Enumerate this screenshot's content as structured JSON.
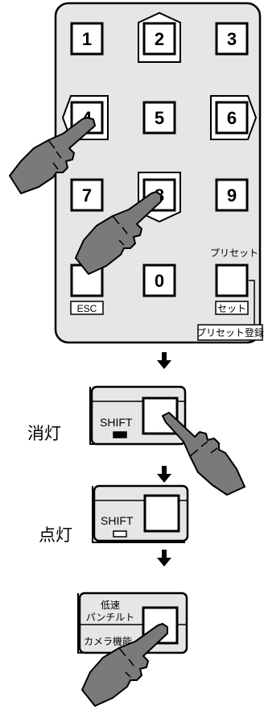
{
  "keypad": {
    "keys": [
      {
        "label": "1",
        "style": "normal"
      },
      {
        "label": "2",
        "style": "arrow-up"
      },
      {
        "label": "3",
        "style": "normal"
      },
      {
        "label": "4",
        "style": "arrow-left"
      },
      {
        "label": "5",
        "style": "normal"
      },
      {
        "label": "6",
        "style": "arrow-right"
      },
      {
        "label": "7",
        "style": "normal"
      },
      {
        "label": "8",
        "style": "arrow-down"
      },
      {
        "label": "9",
        "style": "normal"
      },
      {
        "label": "",
        "style": "normal"
      },
      {
        "label": "0",
        "style": "normal"
      },
      {
        "label": "",
        "style": "normal"
      }
    ],
    "esc_label": "ESC",
    "preset_label": "プリセット",
    "set_label": "セット",
    "preset_register_callout": "プリセット登録"
  },
  "steps": [
    {
      "state_label": "消灯",
      "shift_label": "SHIFT",
      "led": "off"
    },
    {
      "state_label": "点灯",
      "shift_label": "SHIFT",
      "led": "on"
    }
  ],
  "final_panel": {
    "top_label_line1": "低速",
    "top_label_line2": "パンチルト",
    "bottom_label": "カメラ機能"
  },
  "colors": {
    "panel": "#e6e6e6",
    "hand": "#7a7a7a",
    "outline": "#000000"
  }
}
